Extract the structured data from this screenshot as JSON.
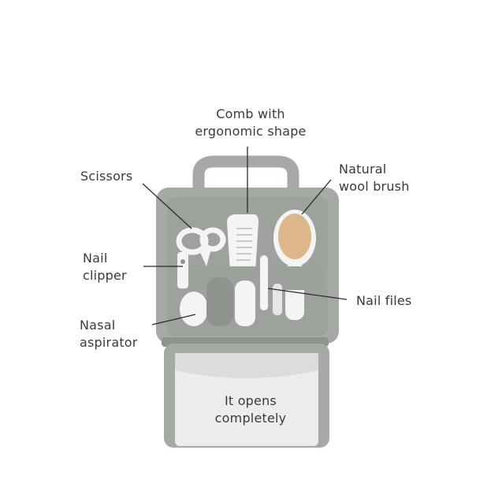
{
  "colors": {
    "bag": "#a5aaa5",
    "bag_dark": "#8f948f",
    "lining": "#ececec",
    "tool_white": "#f4f4f4",
    "tool_grey": "#8e938e",
    "brush_wood": "#c9a06a",
    "brush_bristle": "#ddb68a",
    "leader": "#2b2b2b",
    "text": "#3a3a3a"
  },
  "labels": {
    "comb": [
      "Comb with",
      "ergonomic shape"
    ],
    "scissors": [
      "Scissors"
    ],
    "brush": [
      "Natural",
      "wool brush"
    ],
    "nail_clipper": [
      "Nail",
      "clipper"
    ],
    "nail_files": [
      "Nail files"
    ],
    "nasal_aspirator": [
      "Nasal",
      "aspirator"
    ],
    "opens": [
      "It opens",
      "completely"
    ]
  },
  "icons": {
    "bag": "toiletry-bag-icon",
    "scissors": "scissors-icon",
    "comb": "comb-icon",
    "brush": "brush-icon",
    "clipper": "nail-clipper-icon",
    "aspirator": "nasal-aspirator-icon",
    "files": "nail-file-icon"
  }
}
